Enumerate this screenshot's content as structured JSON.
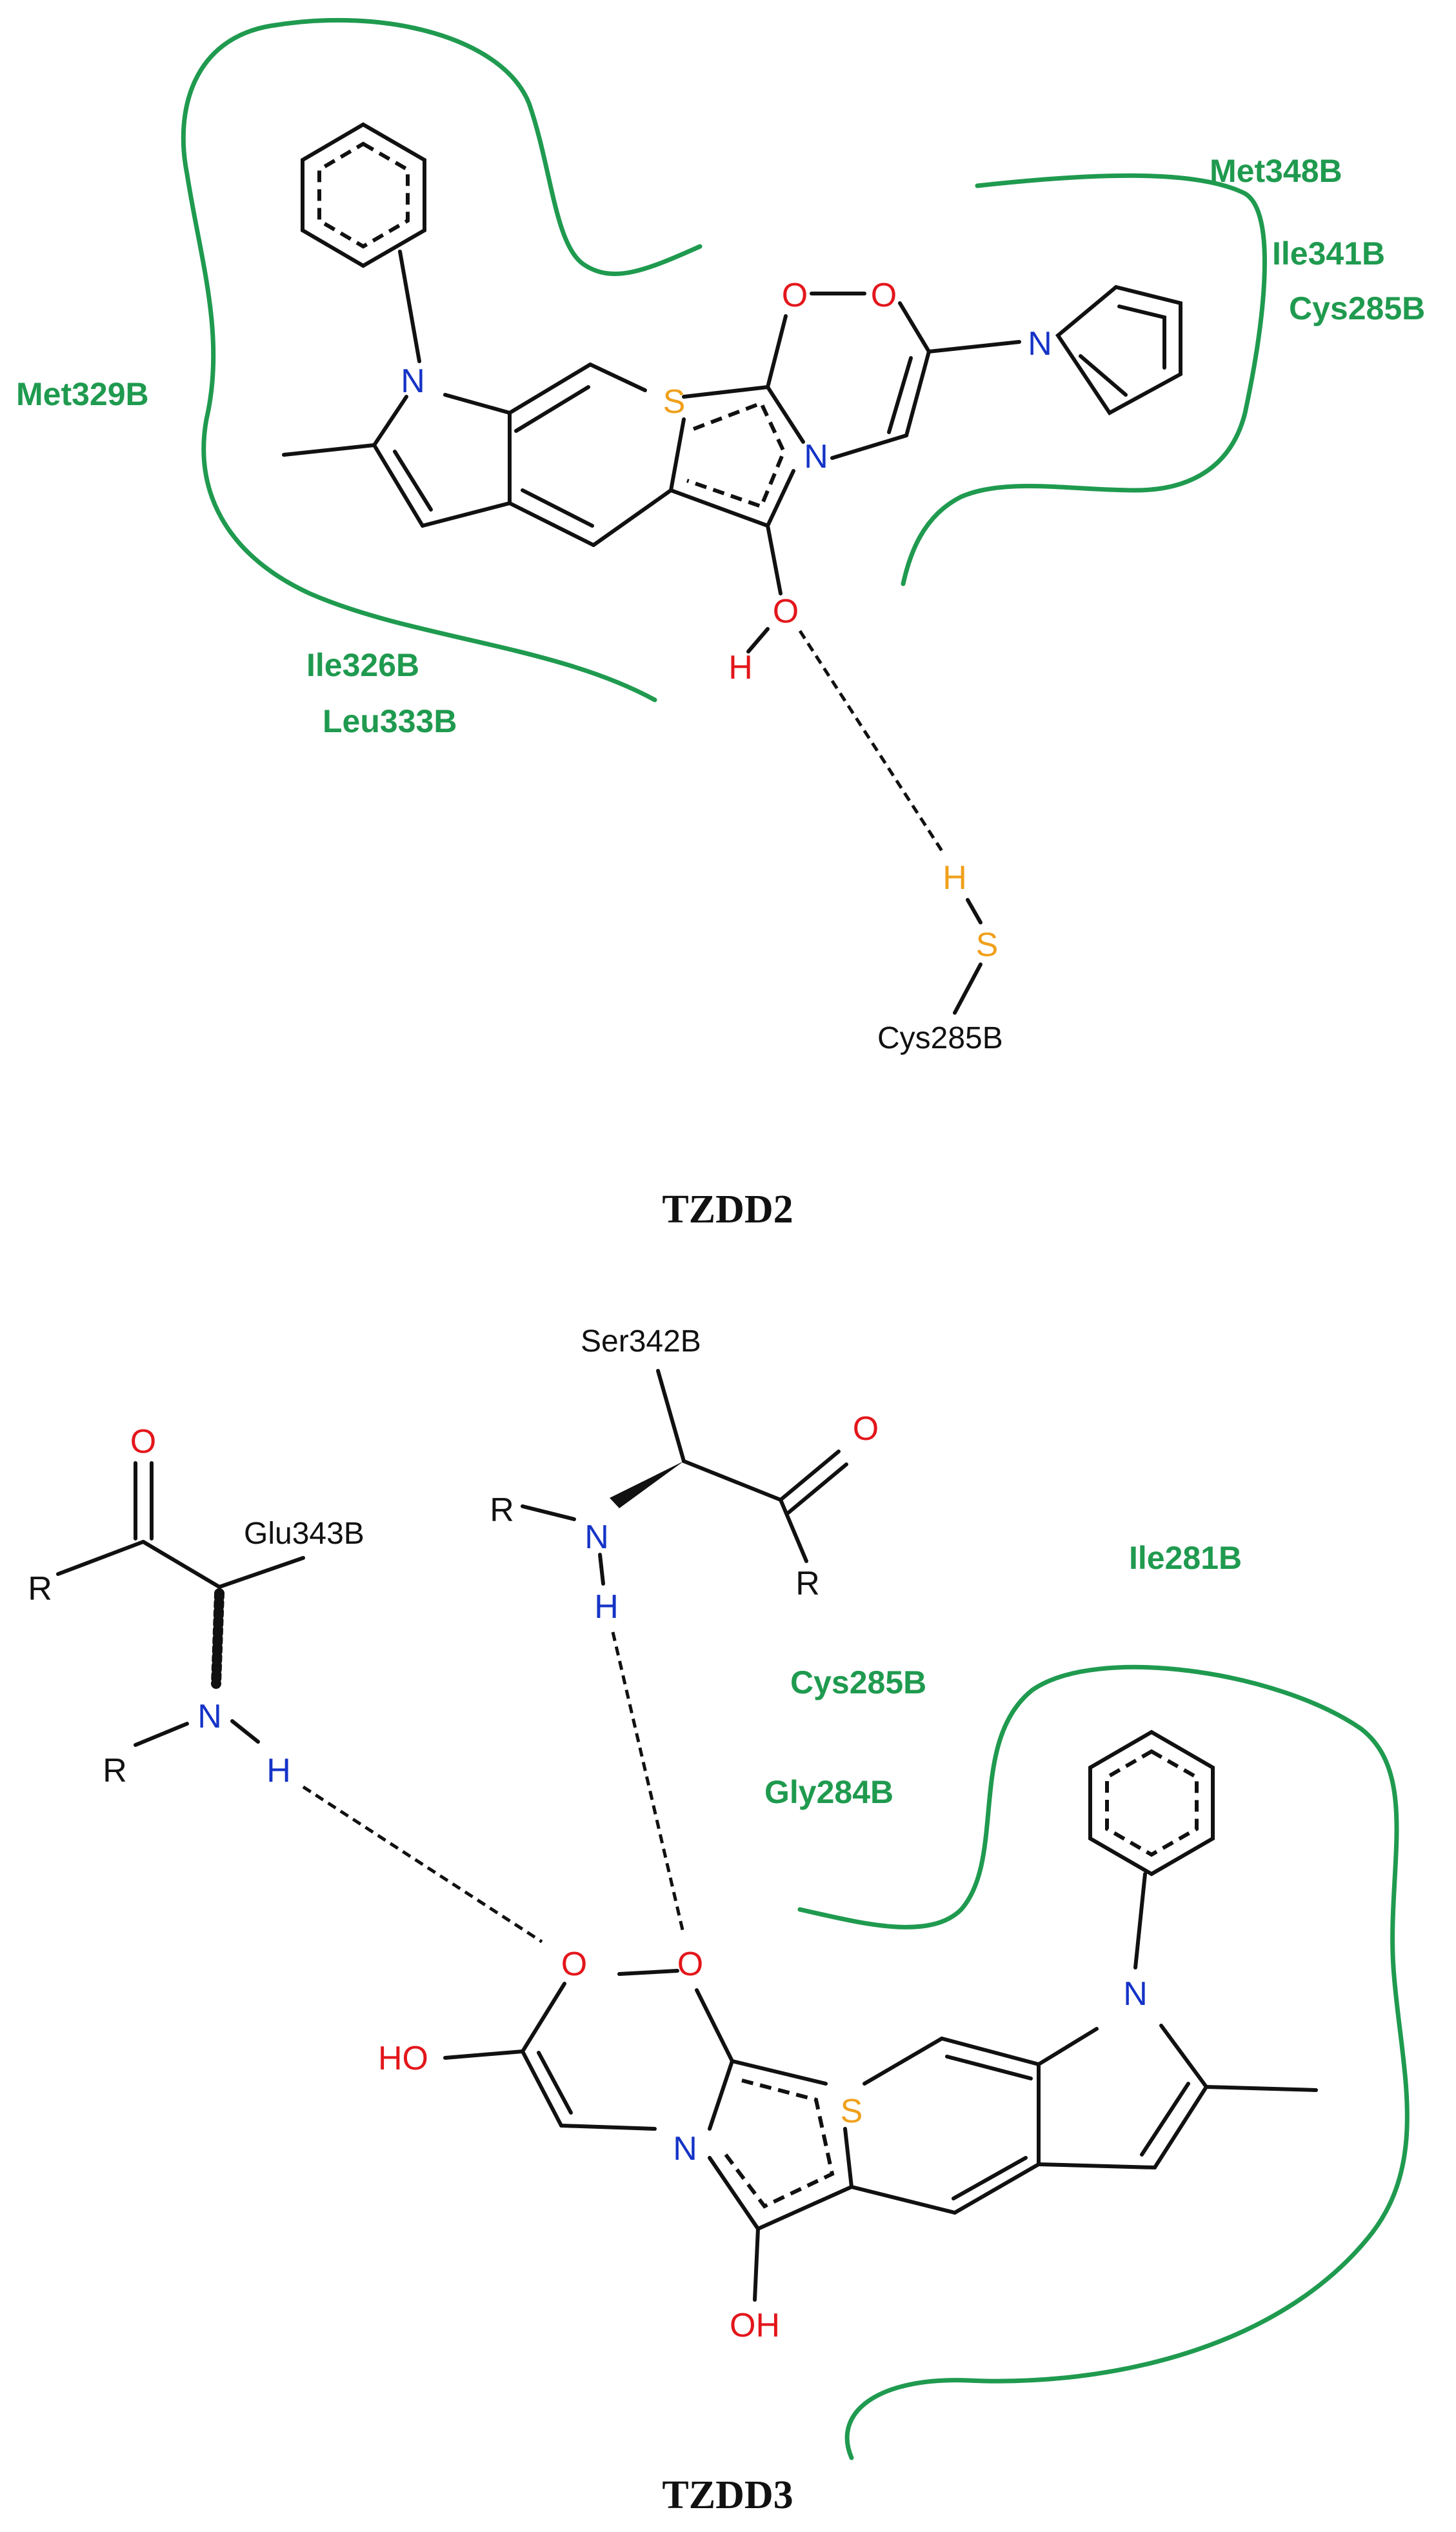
{
  "panels": [
    {
      "caption": "TZDD2",
      "residues": [
        "Met348B",
        "Ile341B",
        "Cys285B",
        "Met329B",
        "Ile326B",
        "Leu333B"
      ],
      "interacting_residue": "Cys285B",
      "atoms": {
        "N1": "N",
        "S": "S",
        "N2": "N",
        "O1": "O",
        "O2": "O",
        "N3": "N",
        "O3": "O",
        "H": "H",
        "HS_H": "H",
        "HS_S": "S"
      }
    },
    {
      "caption": "TZDD3",
      "residues": [
        "Ile281B",
        "Cys285B",
        "Gly284B"
      ],
      "ser_label": "Ser342B",
      "glu_label": "Glu343B",
      "atoms": {
        "O_ser": "O",
        "R_ser1": "R",
        "N_ser": "N",
        "H_ser": "H",
        "R_ser2": "R",
        "O_glu": "O",
        "R_glu1": "R",
        "N_glu": "N",
        "H_glu": "H",
        "R_glu2": "R",
        "HO": "HO",
        "O1": "O",
        "O2": "O",
        "S": "S",
        "N_core": "N",
        "N_ind": "N",
        "OH": "OH"
      }
    }
  ],
  "colors": {
    "residue": "#1f9a4f",
    "N": "#1533c7",
    "O": "#e3161b",
    "S": "#f0a01b",
    "bond": "#111111"
  }
}
